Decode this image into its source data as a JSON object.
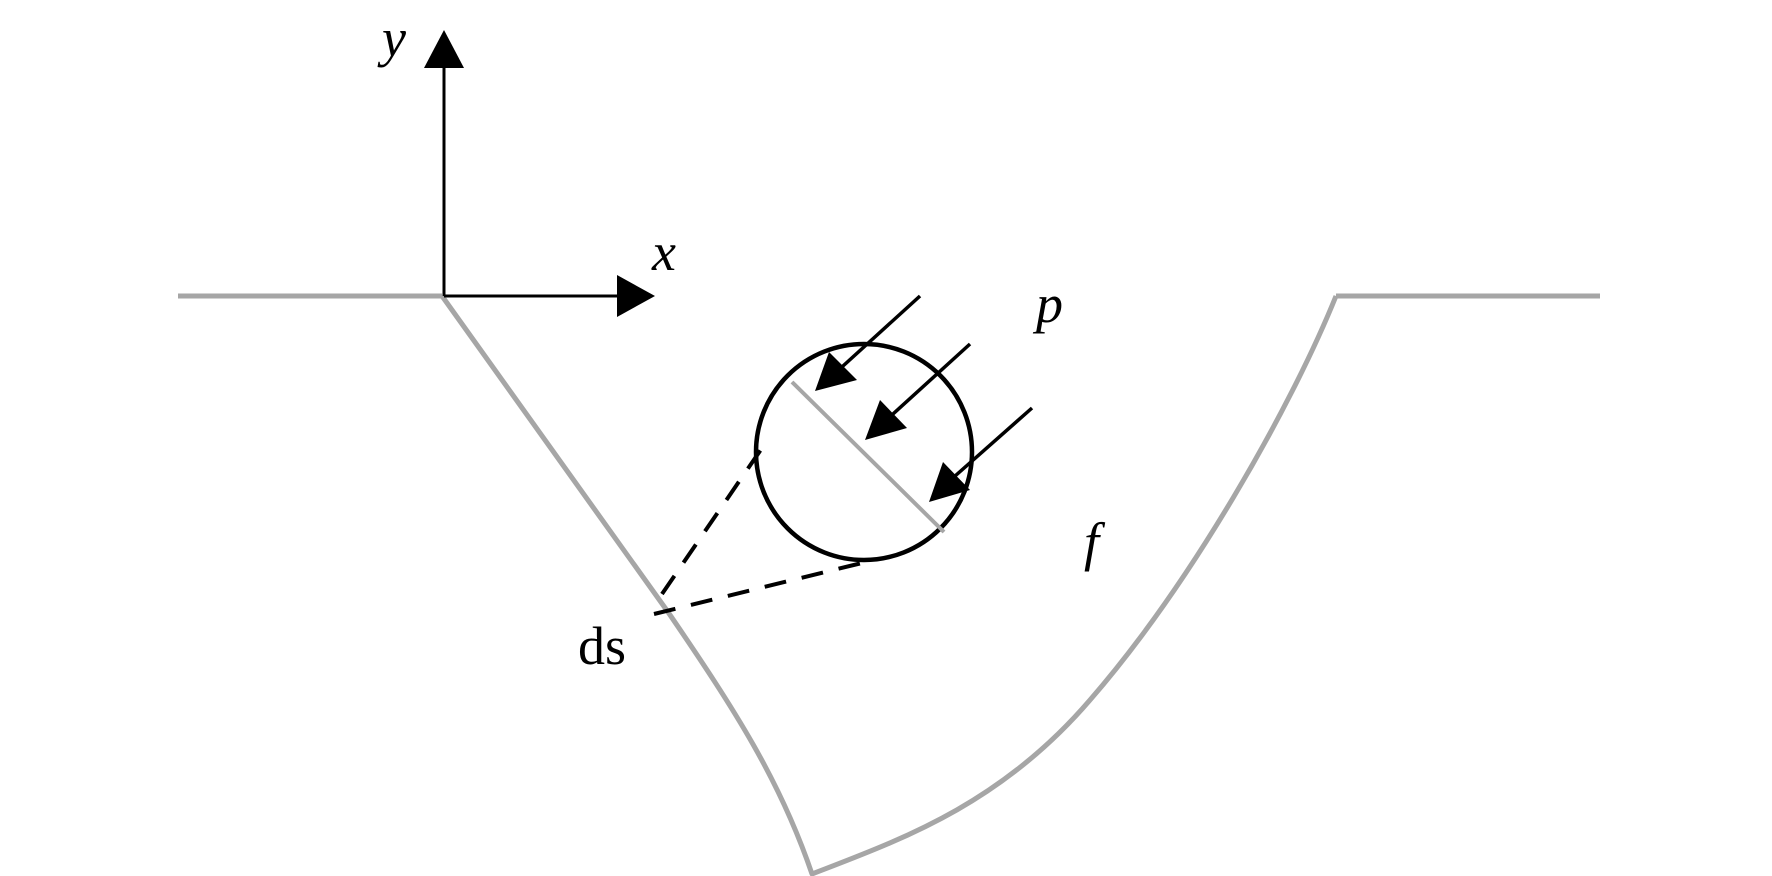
{
  "labels": {
    "y_axis": "y",
    "x_axis": "x",
    "pressure": "p",
    "boundary": "f",
    "element": "ds"
  },
  "colors": {
    "ground_line": "#a6a6a6",
    "ink": "#000000",
    "background": "#ffffff"
  }
}
